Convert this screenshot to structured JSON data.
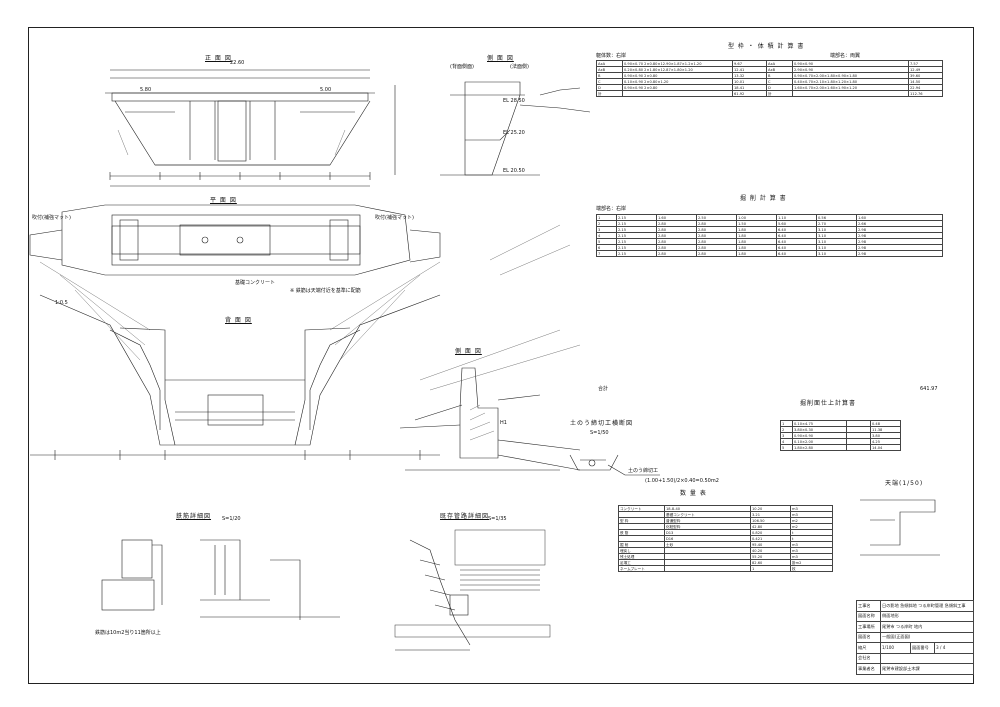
{
  "views": {
    "front": "正 面 図",
    "section": "側 面 図",
    "section_left": "(背面側面)",
    "section_right": "(法面側)",
    "plan": "平 面 図",
    "back": "背 面 図",
    "side_detail": "側 面 図"
  },
  "tables": {
    "volume": {
      "title": "型 枠 ・ 体 積 計 算 書",
      "label_left": "躯体数：右岸",
      "label_right": "端部名：両翼",
      "rows": [
        [
          "AxA",
          "0.90×0.70 2×0.80×12.90×1.87×1.2×1.20",
          "9.67",
          "AxA",
          "0.90×0.90",
          "7.57"
        ],
        [
          "AxB",
          "0.20×0.80 2×1.80×12.87×1.80×1.20",
          "12.41",
          "AxB",
          "2.90×0.90",
          "12.49"
        ],
        [
          "B",
          "0.90×0.90 2×0.80",
          "13.32",
          "B",
          "0.90×0.70×2.00×1.80×0.90×1.80",
          "39.60"
        ],
        [
          "C",
          "0.10×0.90 2×0.80×1.20",
          "10.01",
          "C",
          "0.40×0.70×2.10×1.80×1.20×1.80",
          "14.50"
        ],
        [
          "D",
          "0.90×0.90 2×0.80",
          "18.41",
          "D",
          "1.60×0.70×2.00×1.60×1.90×1.20",
          "22.94"
        ],
        [
          "計",
          "",
          "61.92",
          "計",
          "",
          "112.76"
        ]
      ]
    },
    "excavation": {
      "title": "掘 削 計 算 書",
      "label": "端部名：右岸",
      "rows": [
        [
          "1",
          "2.15",
          "1.60",
          "2.50",
          "1.00",
          "1.10",
          "0.56",
          "1.60"
        ],
        [
          "2",
          "2.15",
          "2.80",
          "2.80",
          "1.50",
          "5.60",
          "2.70",
          "2.66"
        ],
        [
          "3",
          "2.15",
          "2.80",
          "2.80",
          "1.80",
          "6.40",
          "3.10",
          "2.98"
        ],
        [
          "4",
          "2.15",
          "2.80",
          "2.80",
          "1.80",
          "6.40",
          "3.10",
          "2.98"
        ],
        [
          "5",
          "2.15",
          "2.80",
          "2.80",
          "1.80",
          "6.40",
          "3.10",
          "2.98"
        ],
        [
          "6",
          "2.15",
          "2.80",
          "2.80",
          "1.80",
          "6.40",
          "3.10",
          "2.98"
        ],
        [
          "7",
          "2.15",
          "2.80",
          "2.80",
          "1.80",
          "6.40",
          "3.10",
          "2.98"
        ]
      ],
      "total_label": "合計",
      "total_value": "641.97"
    },
    "finish": {
      "title": "掘削面仕上計算書",
      "rows": [
        [
          "1",
          "0.10×4.75",
          "",
          "0.48"
        ],
        [
          "2",
          "3.80×0.30",
          "",
          "11.38"
        ],
        [
          "3",
          "0.90×0.90",
          "",
          "3.80"
        ],
        [
          "4",
          "0.10×2.00",
          "",
          "4.25"
        ],
        [
          "5",
          "1.80×2.80",
          "",
          "14.04"
        ]
      ]
    },
    "quantity": {
      "title": "数 量 表",
      "rows": [
        [
          "コンクリート",
          "18-8-40",
          "10.20",
          "m3"
        ],
        [
          "",
          "基礎コンクリート",
          "3.21",
          "m3"
        ],
        [
          "型 枠",
          "普通型枠",
          "106.50",
          "m2"
        ],
        [
          "",
          "化粧型枠",
          "42.80",
          "m2"
        ],
        [
          "鉄 筋",
          "D13",
          "0.820",
          "t"
        ],
        [
          "",
          "D16",
          "0.421",
          "t"
        ],
        [
          "掘 削",
          "土砂",
          "95.40",
          "m3"
        ],
        [
          "埋戻し",
          "",
          "40.20",
          "m3"
        ],
        [
          "残土処理",
          "",
          "55.20",
          "m3"
        ],
        [
          "足場工",
          "",
          "82.60",
          "掛m2"
        ],
        [
          "ネームプレート",
          "",
          "1",
          "枚"
        ]
      ]
    },
    "drain": {
      "title": "土のう締切工横断図",
      "scale": "S=1/50",
      "formula": "(1.00+1.50)/2×0.40=0.50m2",
      "formula_label": "土のう締切工"
    },
    "detail_left": {
      "title": "鉄筋詳細図",
      "scale": "S=1/20",
      "note": "鉄筋は10m2当り11箇所以上"
    },
    "detail_right": {
      "title": "既存管路詳細図",
      "scale": "S=1/35"
    },
    "tenbane": "天端(1/50)",
    "title_block": [
      [
        "工事名",
        "日の影地 急傾斜地 つる岸町管理 急傾斜工事"
      ],
      [
        "図面名称",
        "側面地形"
      ],
      [
        "工事場所",
        "尾鷲市 つる岸町 地内"
      ],
      [
        "図面名",
        "一般図(正面図)"
      ],
      [
        "縮尺",
        "1/100",
        "図面番号",
        "3 / 4"
      ],
      [
        "会社名",
        ""
      ],
      [
        "事業者名",
        "尾鷲市建設部土木課"
      ]
    ]
  },
  "labels": {
    "fill_left": "吹付(補強マット)",
    "fill_right": "吹付(補強マット)",
    "conc_note": "基礎コンクリート",
    "note_plan": "※ 鉄筋は天端付近を基準に配筋",
    "slope": "1:0.5",
    "h1": "H1",
    "elev1": "EL 28.50",
    "elev2": "EL 25.20",
    "elev3": "EL 20.50",
    "dim_total": "22.60",
    "dim_a": "5.80",
    "dim_b": "5.00"
  }
}
